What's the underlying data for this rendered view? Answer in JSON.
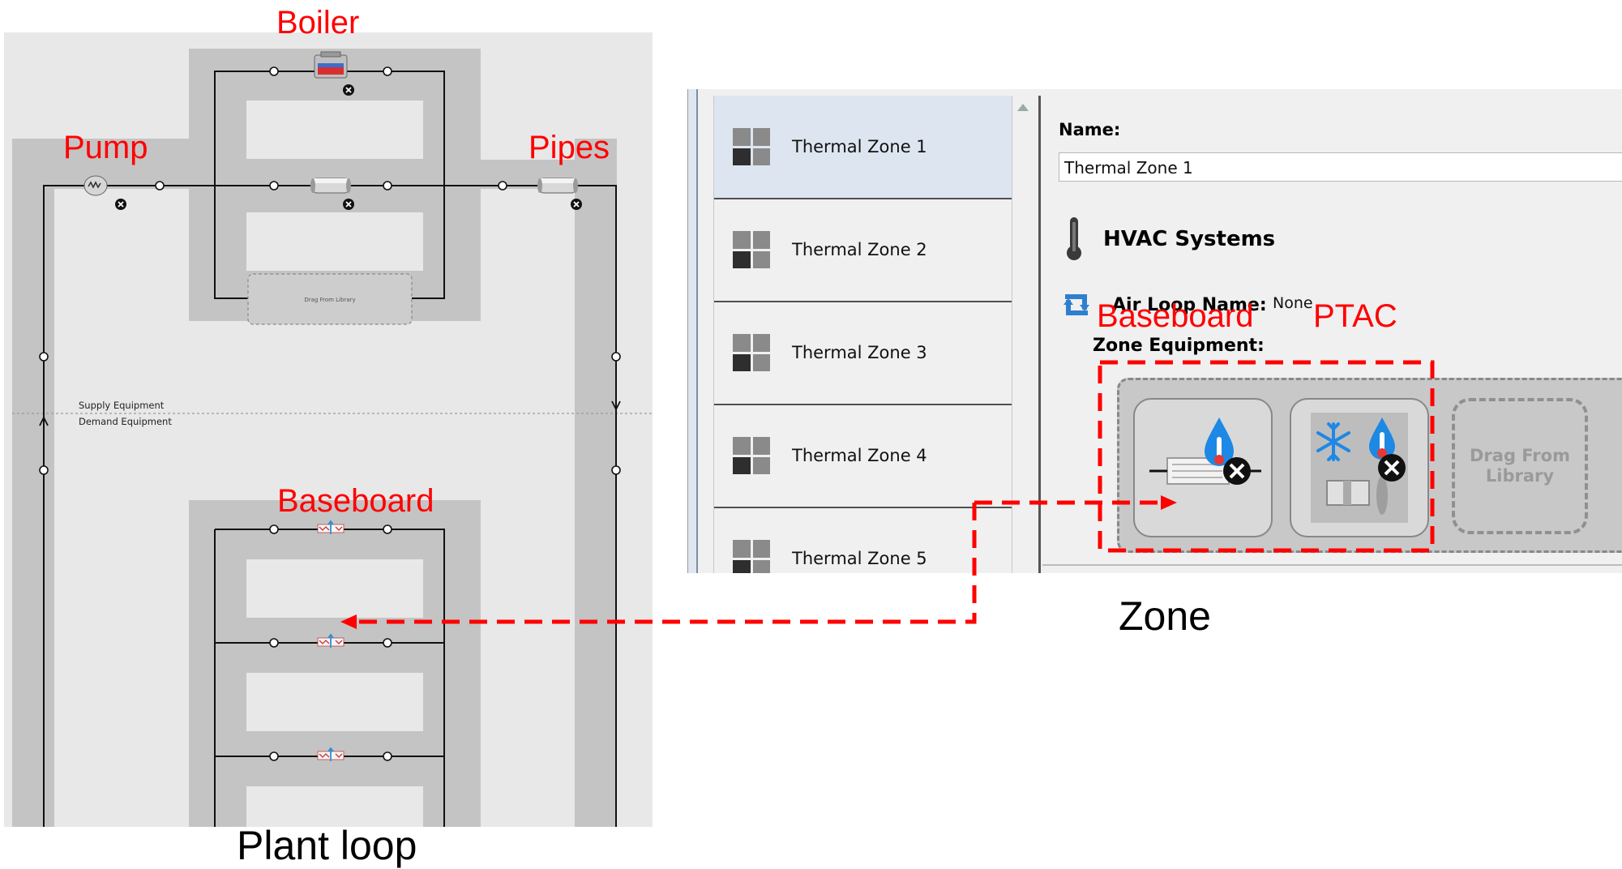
{
  "plant_loop": {
    "caption": "Plant loop",
    "supply_label": "Supply Equipment",
    "demand_label": "Demand Equipment",
    "drag_label": "Drag From Library",
    "callouts": {
      "boiler": "Boiler",
      "pump": "Pump",
      "pipes": "Pipes",
      "baseboard": "Baseboard"
    }
  },
  "zone": {
    "caption": "Zone",
    "thermal_zones": [
      {
        "label": "Thermal Zone 1",
        "selected": true
      },
      {
        "label": "Thermal Zone 2",
        "selected": false
      },
      {
        "label": "Thermal Zone 3",
        "selected": false
      },
      {
        "label": "Thermal Zone 4",
        "selected": false
      },
      {
        "label": "Thermal Zone 5",
        "selected": false
      }
    ],
    "name_label": "Name:",
    "name_value": "Thermal Zone 1",
    "hvac_title": "HVAC Systems",
    "air_loop_label": "Air Loop Name:",
    "air_loop_value": "None",
    "zone_equipment_label": "Zone Equipment:",
    "drag_from": "Drag From",
    "library": "Library",
    "callouts": {
      "baseboard": "Baseboard",
      "ptac": "PTAC"
    }
  },
  "colors": {
    "annotation_red": "#ff0000",
    "loop_band": "#c4c4c4",
    "loop_background": "#e8e8e8"
  },
  "icons": [
    "boiler-icon",
    "pump-icon",
    "pipe-icon",
    "baseboard-icon",
    "remove-icon",
    "thermometer-icon",
    "air-loop-icon",
    "ptac-icon",
    "thermal-zone-icon"
  ]
}
